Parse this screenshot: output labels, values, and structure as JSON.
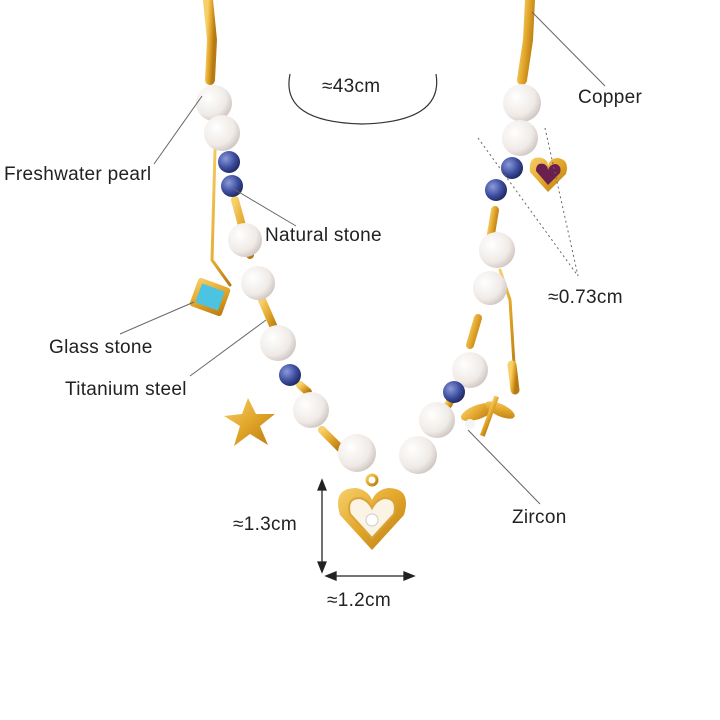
{
  "labels": {
    "length": "≈43cm",
    "copper": "Copper",
    "freshwater_pearl": "Freshwater pearl",
    "natural_stone": "Natural stone",
    "charm_size": "≈0.73cm",
    "glass_stone": "Glass stone",
    "titanium_steel": "Titanium steel",
    "zircon": "Zircon",
    "pendant_height": "≈1.3cm",
    "pendant_width": "≈1.2cm"
  },
  "colors": {
    "gold": "#e2a62a",
    "pearl": "#f4f1ee",
    "stone": "#3d4ea0",
    "glass": "#4cc3e0",
    "amethyst": "#6b1f4e",
    "line": "#666666"
  }
}
